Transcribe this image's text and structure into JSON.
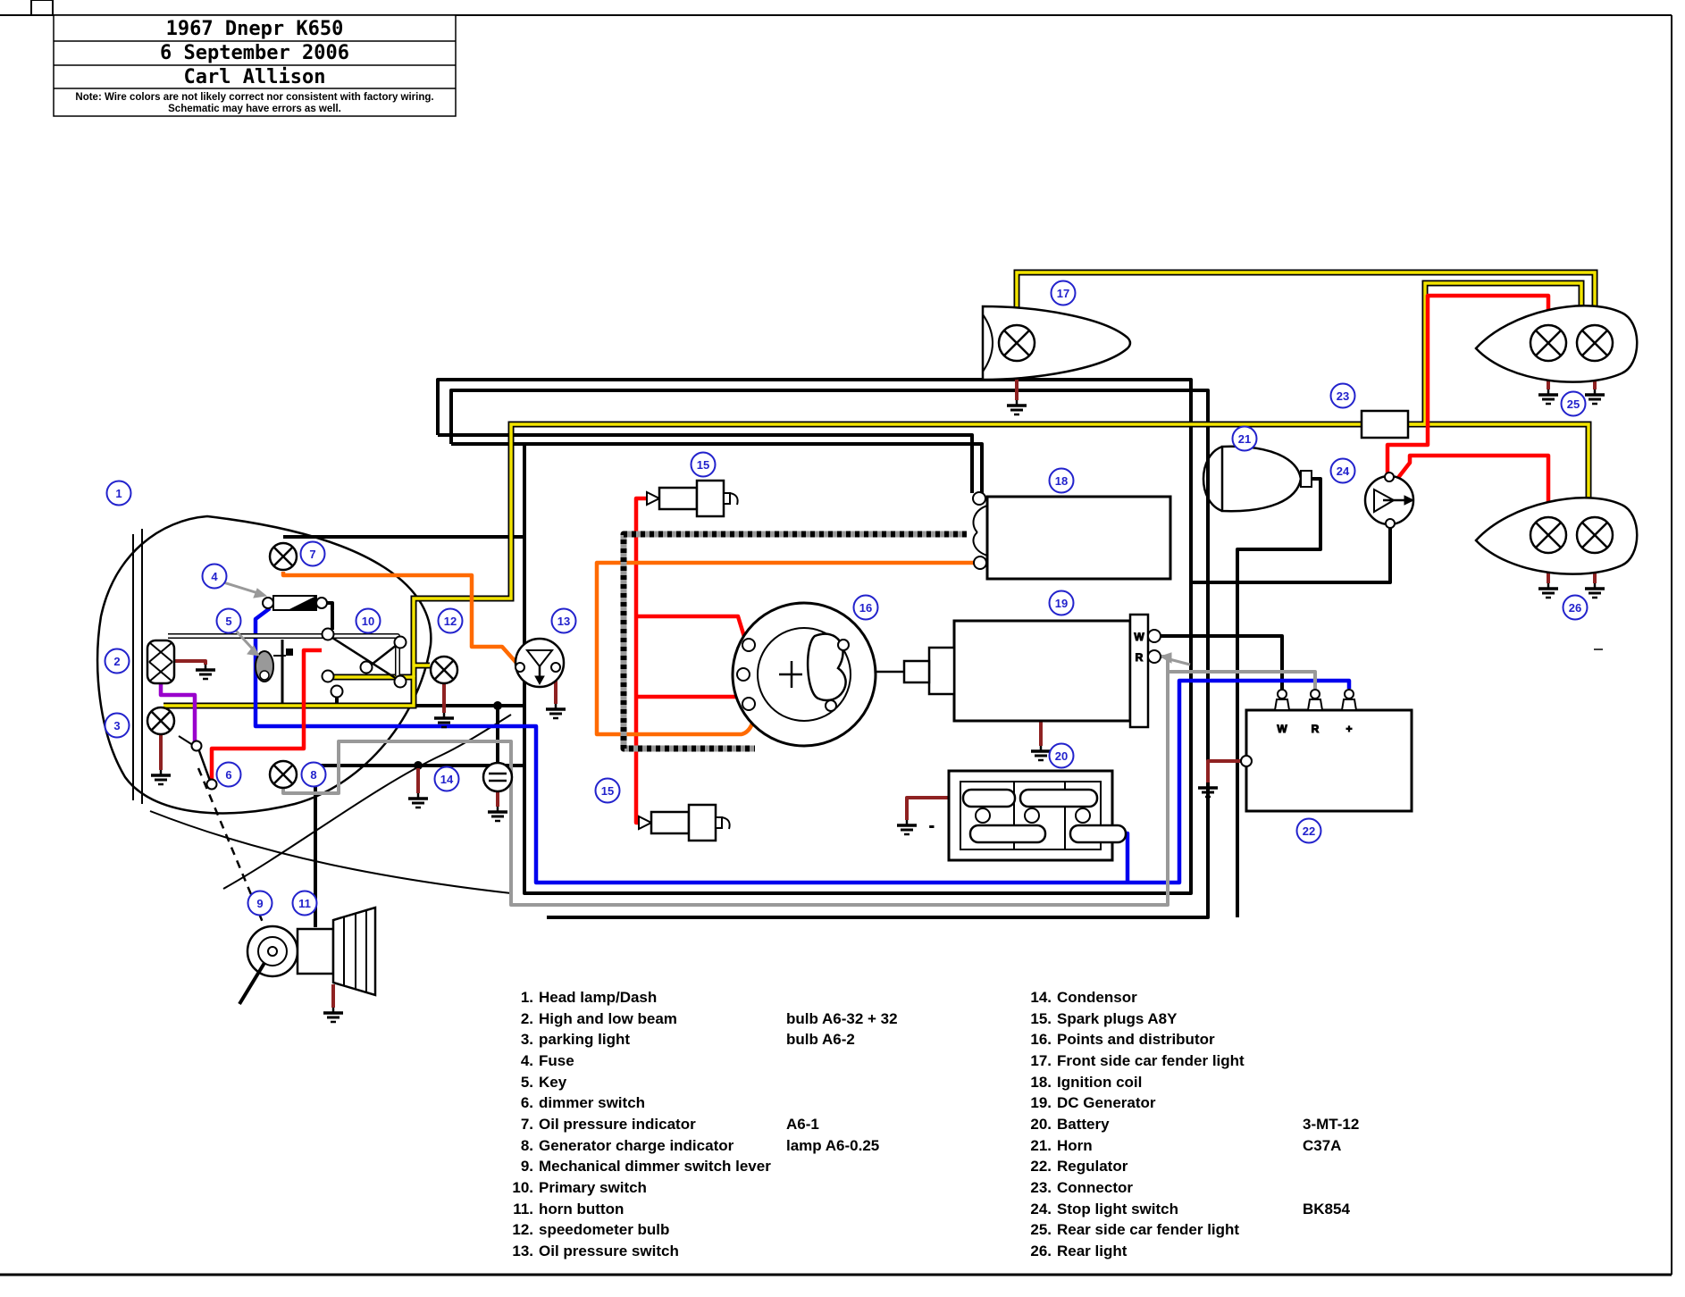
{
  "title_block": {
    "title": "1967 Dnepr K650",
    "date": "6 September 2006",
    "author": "Carl Allison",
    "note_line1": "Note: Wire colors are not likely correct nor consistent with factory wiring.",
    "note_line2": "Schematic may have errors as well."
  },
  "callouts": [
    "1",
    "2",
    "3",
    "4",
    "5",
    "6",
    "7",
    "8",
    "9",
    "10",
    "11",
    "12",
    "13",
    "14",
    "15",
    "16",
    "17",
    "18",
    "19",
    "20",
    "21",
    "22",
    "23",
    "24",
    "25",
    "26"
  ],
  "labels": {
    "generator_w": "W",
    "generator_r": "R",
    "regulator_w": "W",
    "regulator_r": "R",
    "regulator_plus": "+",
    "battery_minus": "-"
  },
  "legend": {
    "left": [
      {
        "num": "1.",
        "label": "Head lamp/Dash",
        "part": ""
      },
      {
        "num": "2.",
        "label": "High and low beam",
        "part": "bulb A6-32 + 32"
      },
      {
        "num": "3.",
        "label": "parking light",
        "part": "bulb A6-2"
      },
      {
        "num": "4.",
        "label": "Fuse",
        "part": ""
      },
      {
        "num": "5.",
        "label": "Key",
        "part": ""
      },
      {
        "num": "6.",
        "label": "dimmer switch",
        "part": ""
      },
      {
        "num": "7.",
        "label": "Oil pressure indicator",
        "part": "A6-1"
      },
      {
        "num": "8.",
        "label": "Generator charge indicator",
        "part": "lamp A6-0.25"
      },
      {
        "num": "9.",
        "label": "Mechanical dimmer switch lever",
        "part": ""
      },
      {
        "num": "10.",
        "label": "Primary switch",
        "part": ""
      },
      {
        "num": "11.",
        "label": "horn button",
        "part": ""
      },
      {
        "num": "12.",
        "label": "speedometer bulb",
        "part": ""
      },
      {
        "num": "13.",
        "label": "Oil pressure switch",
        "part": ""
      }
    ],
    "right": [
      {
        "num": "14.",
        "label": "Condensor",
        "part": ""
      },
      {
        "num": "15.",
        "label": "Spark plugs A8Y",
        "part": ""
      },
      {
        "num": "16.",
        "label": "Points and distributor",
        "part": ""
      },
      {
        "num": "17.",
        "label": "Front side car fender light",
        "part": ""
      },
      {
        "num": "18.",
        "label": "Ignition coil",
        "part": ""
      },
      {
        "num": "19.",
        "label": "DC Generator",
        "part": ""
      },
      {
        "num": "20.",
        "label": "Battery",
        "part": "3-MT-12"
      },
      {
        "num": "21.",
        "label": "Horn",
        "part": "C37A"
      },
      {
        "num": "22.",
        "label": "Regulator",
        "part": ""
      },
      {
        "num": "23.",
        "label": "Connector",
        "part": ""
      },
      {
        "num": "24.",
        "label": "Stop light switch",
        "part": "BK854"
      },
      {
        "num": "25.",
        "label": "Rear side car fender light",
        "part": ""
      },
      {
        "num": "26.",
        "label": "Rear light",
        "part": ""
      }
    ]
  },
  "wire_colors": {
    "black": "#000000",
    "red": "#ff0000",
    "yellow": "#f2e400",
    "blue": "#0000ee",
    "orange": "#ff6a00",
    "purple": "#9900cc",
    "gray": "#999999",
    "ground_maroon": "#8f2222",
    "callout_blue": "#2222cc",
    "high_tension_hatched": "#999999"
  }
}
